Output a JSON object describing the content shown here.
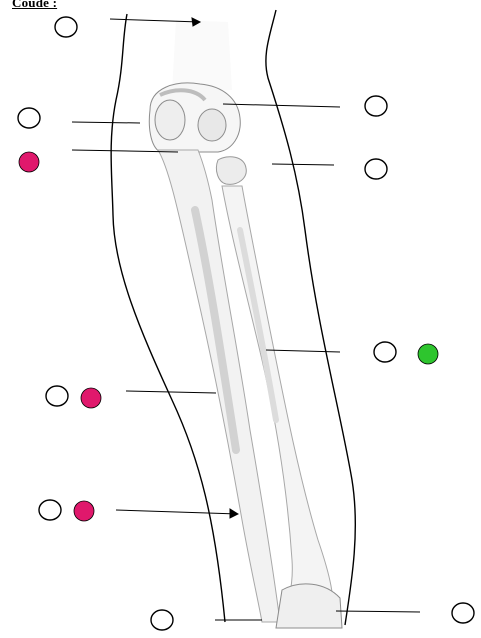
{
  "title": "Coude :",
  "colors": {
    "magenta": "#e0186c",
    "green": "#2ec52e",
    "outline": "#000000",
    "bone_fill": "#f6f6f6",
    "bone_shadow": "#d6d6d6"
  },
  "labels": [
    {
      "id": "top-center",
      "markers": [
        "empty"
      ]
    },
    {
      "id": "upper-left",
      "markers": [
        "empty"
      ]
    },
    {
      "id": "mid-left",
      "markers": [
        "magenta"
      ]
    },
    {
      "id": "upper-right",
      "markers": [
        "empty"
      ]
    },
    {
      "id": "mid-right",
      "markers": [
        "empty"
      ]
    },
    {
      "id": "forearm-right",
      "markers": [
        "empty",
        "green"
      ]
    },
    {
      "id": "forearm-left",
      "markers": [
        "empty",
        "magenta"
      ]
    },
    {
      "id": "lower-left",
      "markers": [
        "empty",
        "magenta"
      ]
    },
    {
      "id": "bottom-left",
      "markers": [
        "empty"
      ]
    },
    {
      "id": "bottom-right",
      "markers": [
        "empty"
      ]
    }
  ]
}
